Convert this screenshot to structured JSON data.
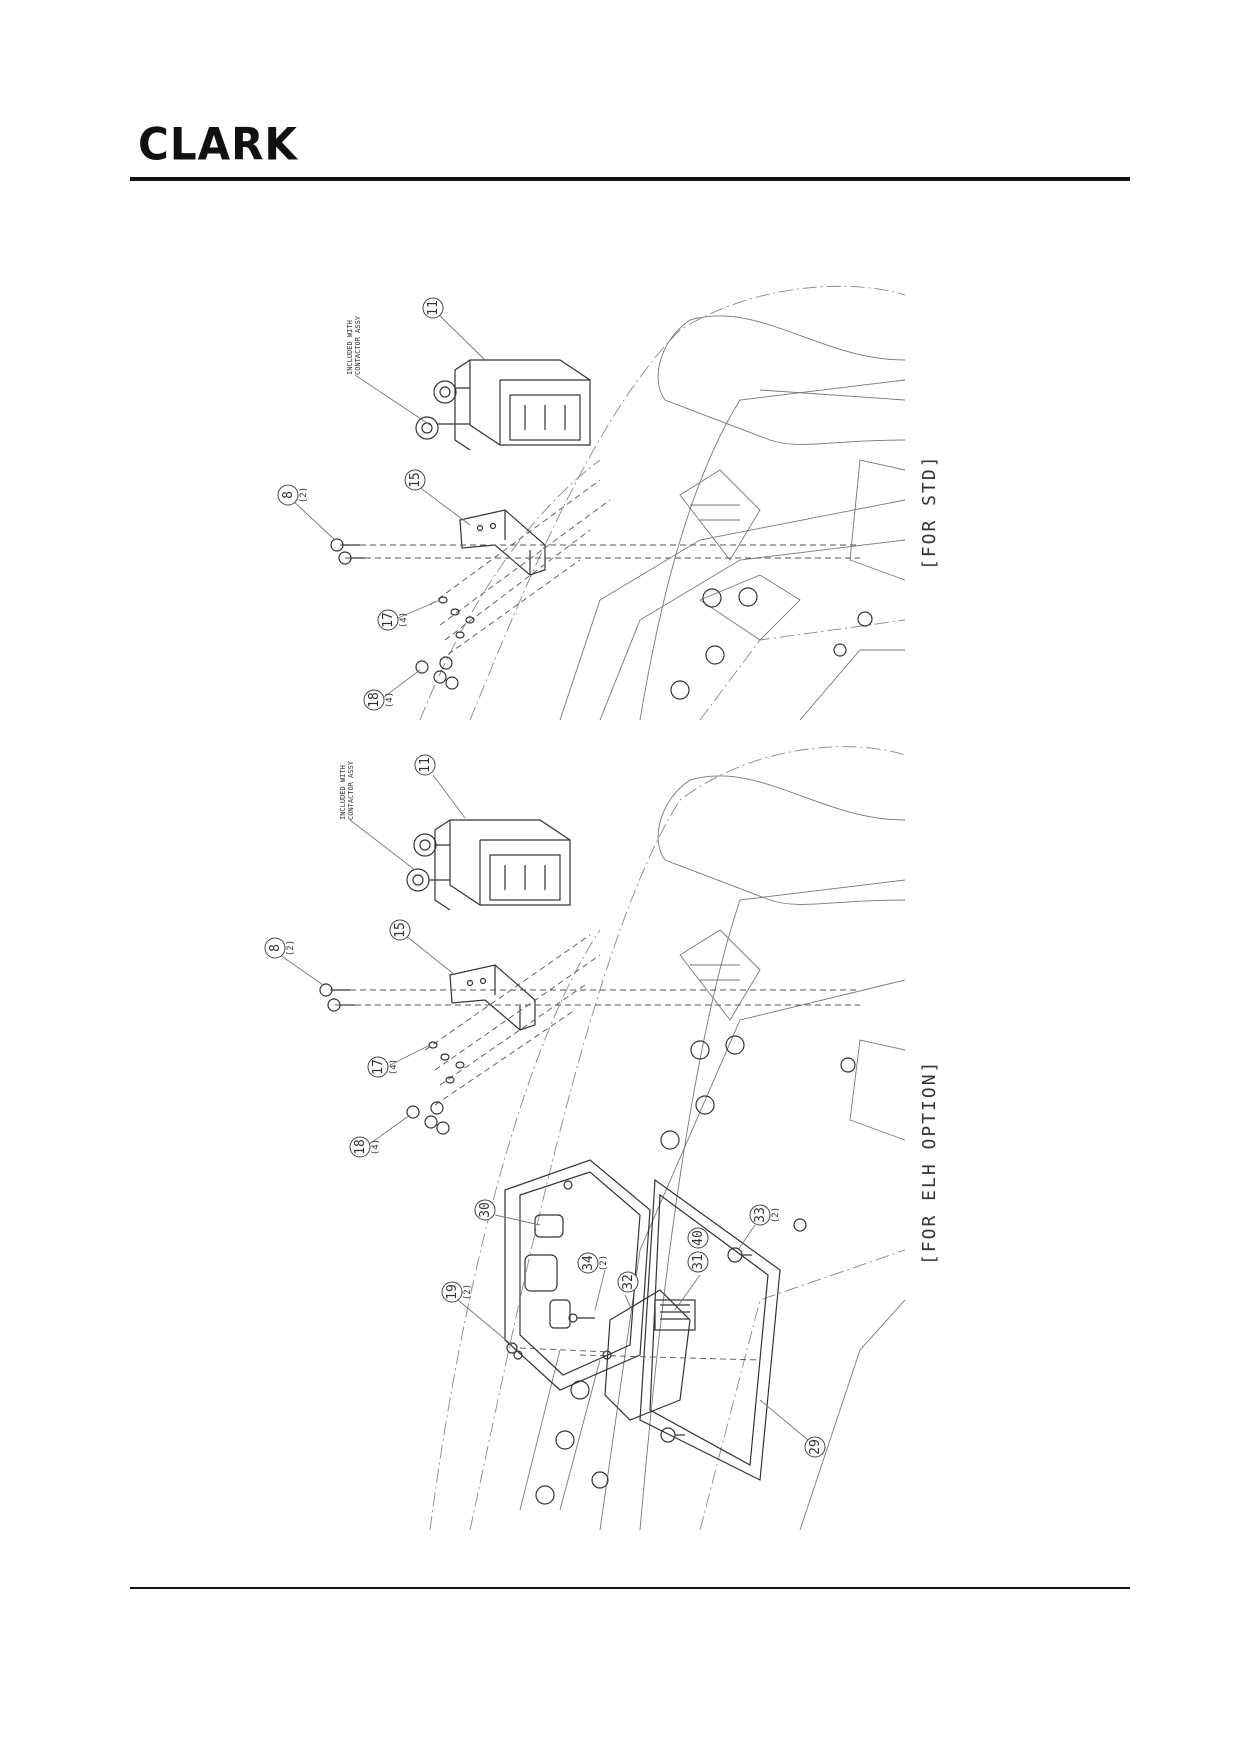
{
  "header": {
    "logo_text": "CLARK"
  },
  "views": [
    {
      "id": "std",
      "caption": "[FOR STD]",
      "note": "INCLUDED WITH CONTACTOR ASSY",
      "note_lines": [
        "INCLUDED WITH",
        "CONTACTOR ASSY"
      ],
      "callouts": [
        {
          "num": "11",
          "qty": ""
        },
        {
          "num": "15",
          "qty": ""
        },
        {
          "num": "8",
          "qty": "(2)"
        },
        {
          "num": "17",
          "qty": "(4)"
        },
        {
          "num": "18",
          "qty": "(4)"
        }
      ]
    },
    {
      "id": "elh",
      "caption": "[FOR ELH OPTION]",
      "note": "INCLUDED WITH CONTACTOR ASSY",
      "note_lines": [
        "INCLUDED WITH",
        "CONTACTOR ASSY"
      ],
      "callouts": [
        {
          "num": "11",
          "qty": ""
        },
        {
          "num": "15",
          "qty": ""
        },
        {
          "num": "8",
          "qty": "(2)"
        },
        {
          "num": "17",
          "qty": "(4)"
        },
        {
          "num": "18",
          "qty": "(4)"
        },
        {
          "num": "30",
          "qty": ""
        },
        {
          "num": "19",
          "qty": "(2)"
        },
        {
          "num": "34",
          "qty": "(2)"
        },
        {
          "num": "32",
          "qty": ""
        },
        {
          "num": "31",
          "qty": ""
        },
        {
          "num": "40",
          "qty": ""
        },
        {
          "num": "33",
          "qty": "(2)"
        },
        {
          "num": "29",
          "qty": ""
        }
      ]
    }
  ]
}
